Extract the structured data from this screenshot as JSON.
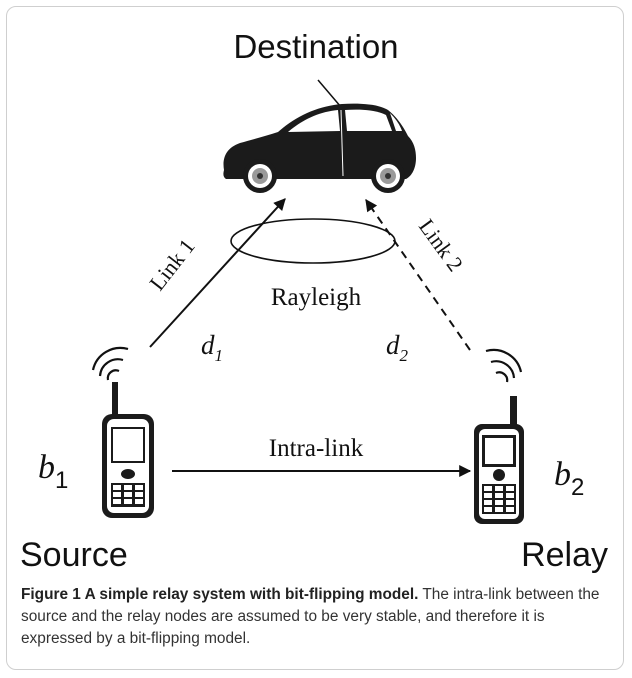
{
  "diagram": {
    "destination_label": "Destination",
    "link1_label": "Link 1",
    "link2_label": "Link 2",
    "rayleigh_label": "Rayleigh",
    "d1_label": "d",
    "d1_sub": "1",
    "d2_label": "d",
    "d2_sub": "2",
    "intra_link_label": "Intra-link",
    "b1_label": "b",
    "b1_sub": "1",
    "b2_label": "b",
    "b2_sub": "2",
    "source_label": "Source",
    "relay_label": "Relay",
    "icons": [
      "car-icon",
      "source-phone-icon",
      "relay-phone-icon",
      "antenna-waves-icon"
    ]
  },
  "caption": {
    "title": "Figure 1 A simple relay system with bit-flipping model.",
    "text": " The intra-link between the source and the relay nodes are assumed to be very stable, and therefore it is expressed by a bit-flipping model."
  }
}
